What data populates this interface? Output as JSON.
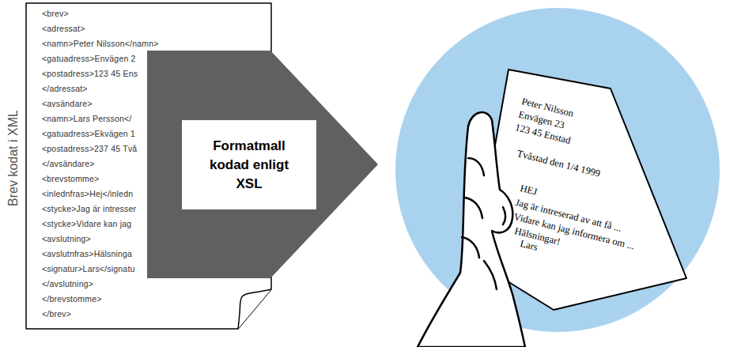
{
  "diagram": {
    "nodes": [
      {
        "text": [
          "Brev kodat i XML",
          "<brev>",
          "<adressat>",
          "<namn>Peter Nilsson</namn>",
          "<gatuadress>Envägen 2",
          "<postadress>123 45 Ens",
          "</adressat>",
          "<avsändare>",
          "<namn>Lars Persson</",
          "<gatuadress>Ekvägen 1",
          "<postadress>237 45 Två",
          "</avsändare>",
          "<brevstomme>",
          "<inlednfras>Hej</inledn",
          "<stycke>Jag är intresser",
          "<stycke>Vidare kan jag",
          "<avslutning>",
          "<avslutnfras>Hälsninga",
          "<signatur>Lars</signatu",
          "</avslutning>",
          "</brevstomme>",
          "</brev>"
        ]
      },
      {
        "text": [
          "Formatmall kodad enligt XSL"
        ]
      },
      {
        "text": [
          "Peter Nilsson Envägen 23 123 45 Enstad",
          "Tvåstad den 1/4 1999",
          "HEJ",
          "Jag är intreserad av att få ...",
          "Vidare kan jag informera om ...",
          "Hälsningar!",
          "Lars"
        ]
      }
    ]
  }
}
